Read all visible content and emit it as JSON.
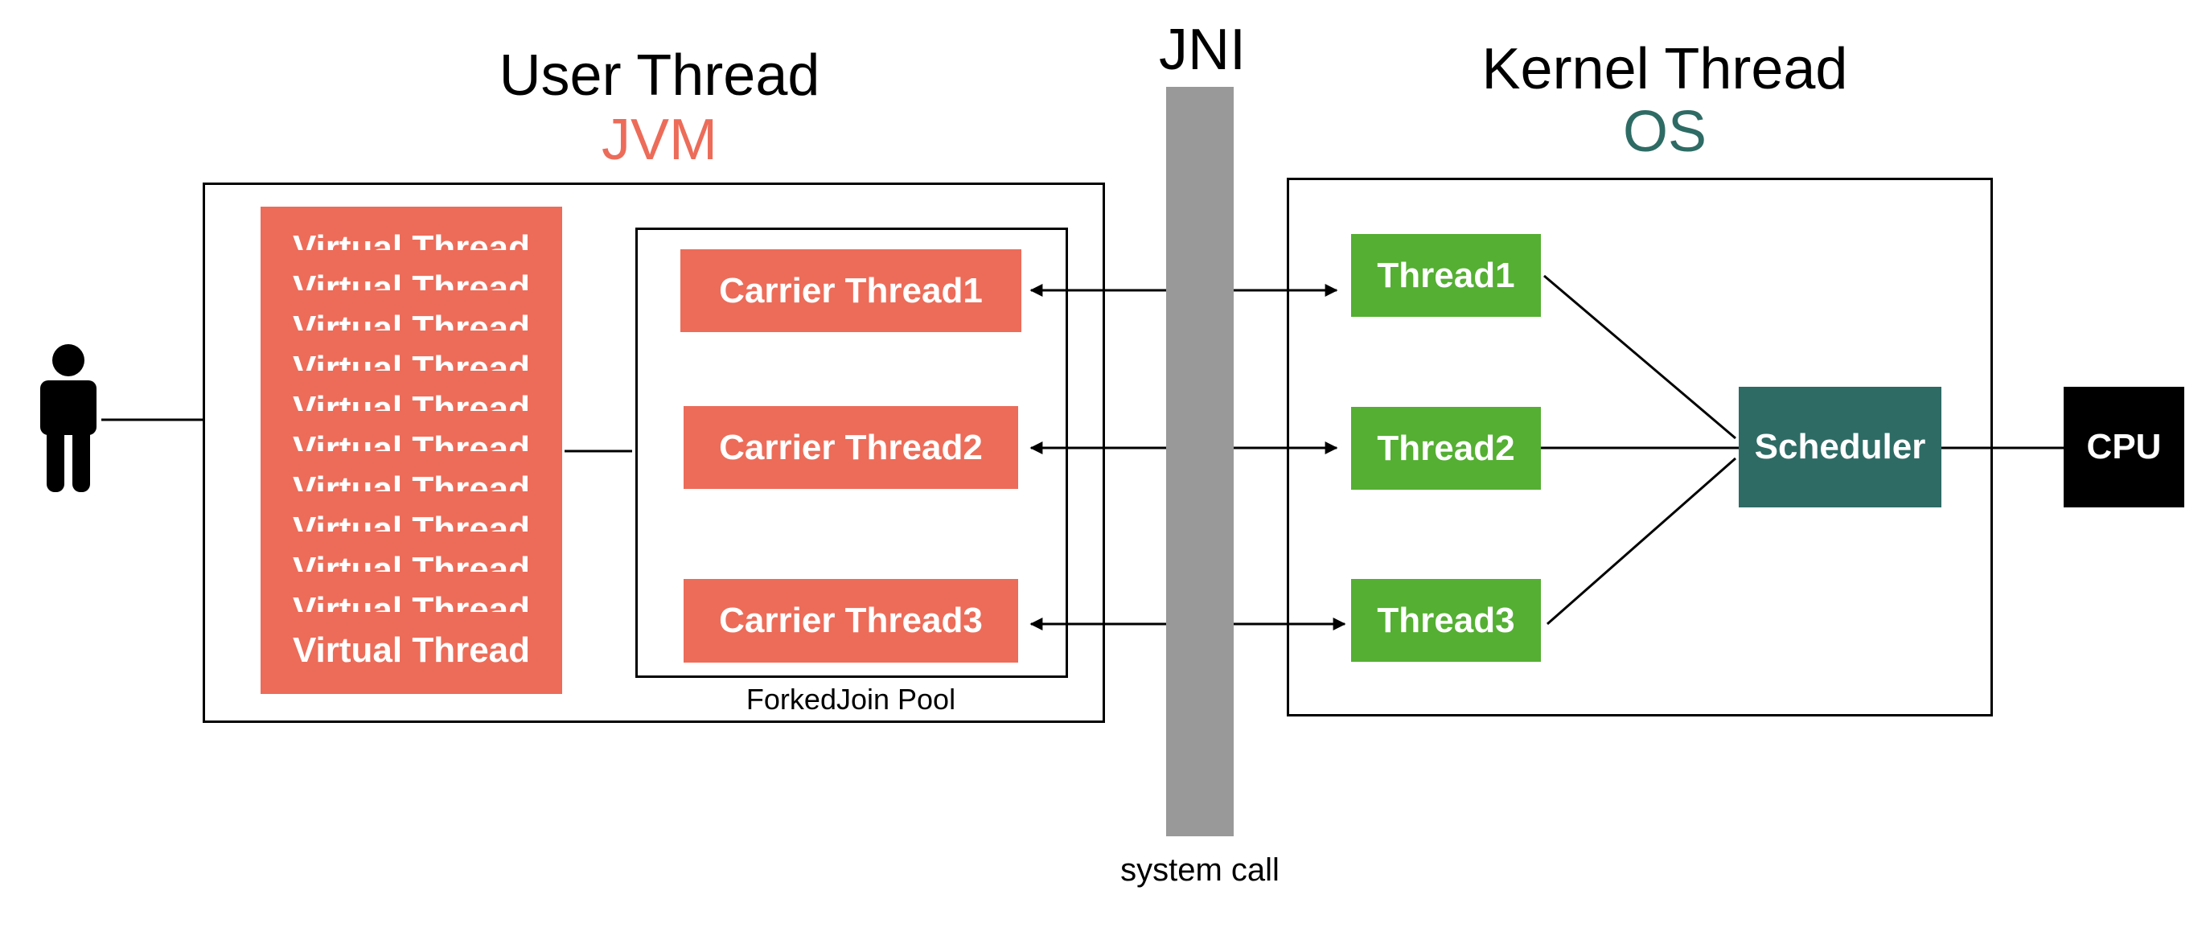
{
  "titles": {
    "user_thread": "User Thread",
    "jvm": "JVM",
    "jni": "JNI",
    "kernel_thread": "Kernel Thread",
    "os": "OS",
    "system_call": "system call",
    "pool_label": "ForkedJoin Pool"
  },
  "virtual_threads": {
    "label": "Virtual Thread",
    "stacked_copies": 11
  },
  "carrier_threads": [
    "Carrier Thread1",
    "Carrier Thread2",
    "Carrier Thread3"
  ],
  "kernel_threads": [
    "Thread1",
    "Thread2",
    "Thread3"
  ],
  "scheduler": "Scheduler",
  "cpu": "CPU",
  "icons": {
    "user": "person-icon"
  },
  "colors": {
    "jvm": "#EC6C59",
    "os": "#2E6B65",
    "thread_green": "#54AF32",
    "scheduler": "#2E6B65",
    "jni_bar": "#999999",
    "cpu": "#000000"
  }
}
